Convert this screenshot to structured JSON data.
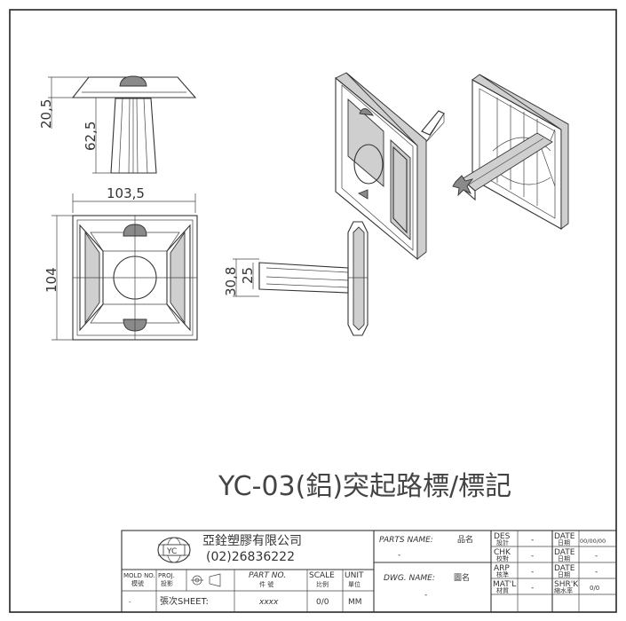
{
  "drawing_title": "YC-03(鋁)突起路標/標記",
  "dimensions": {
    "top_view_width": "103,5",
    "height_total": "20,5",
    "stem_length": "62,5",
    "front_view_height": "104",
    "side_head": "30,8",
    "side_stem": "25"
  },
  "title_block": {
    "logo": "YC",
    "company_name": "亞銓塑膠有限公司",
    "company_phone": "(02)26836222",
    "parts_name_label": "PARTS NAME:",
    "parts_name_cn": "品名",
    "parts_name_value": "-",
    "dwg_name_label": "DWG. NAME:",
    "dwg_name_cn": "圖名",
    "dwg_name_value": "-",
    "mold_no_label": "MOLD NO.",
    "mold_no_cn": "模號",
    "mold_no_value": "-",
    "proj_label": "PROJ.",
    "proj_cn": "投影",
    "sheet_label": "張次SHEET:",
    "part_no_label": "PART NO.",
    "part_no_cn": "件 號",
    "part_no_value": "xxxx",
    "scale_label": "SCALE",
    "scale_cn": "比例",
    "scale_value": "0/0",
    "unit_label": "UNIT",
    "unit_cn": "單位",
    "unit_value": "MM",
    "des_label": "DES",
    "des_cn": "設計",
    "des_value": "-",
    "chk_label": "CHK",
    "chk_cn": "校對",
    "chk_value": "-",
    "arp_label": "ARP",
    "arp_cn": "核準",
    "arp_value": "-",
    "matl_label": "MAT'L",
    "matl_cn": "材質",
    "matl_value": "-",
    "date_label": "DATE",
    "date_cn": "日期",
    "date1_value": "00/00/00",
    "date2_value": "-",
    "date3_value": "-",
    "shrk_label": "SHR'K",
    "shrk_cn": "縮水率",
    "shrk_value": "0/0"
  }
}
